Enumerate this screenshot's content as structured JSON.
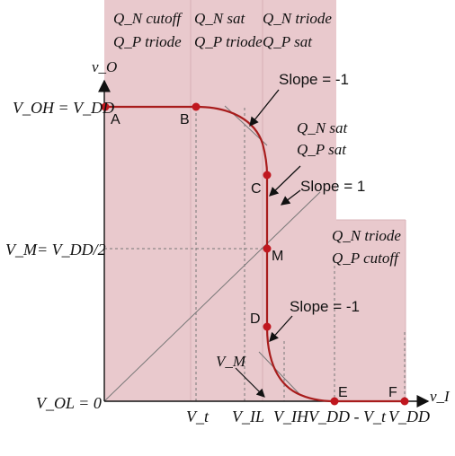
{
  "regions": {
    "left": {
      "line1": "Q_N cutoff",
      "line2": "Q_P triode"
    },
    "mid": {
      "line1": "Q_N sat",
      "line2": "Q_P triode"
    },
    "right": {
      "line1": "Q_N triode",
      "line2": "Q_P sat"
    },
    "lower": {
      "line1": "Q_N triode",
      "line2": "Q_P cutoff"
    },
    "center": {
      "line1": "Q_N sat",
      "line2": "Q_P sat"
    }
  },
  "axes": {
    "y_label": "v_O",
    "x_label": "v_I"
  },
  "y_marks": {
    "voh": "V_OH = V_DD",
    "vm": "V_M= V_DD/2",
    "vol": "V_OL = 0"
  },
  "x_marks": {
    "vt": "V_t",
    "vil": "V_IL",
    "vih": "V_IH",
    "vddvt": "V_DD - V_t",
    "vdd": "V_DD"
  },
  "points": {
    "A": "A",
    "B": "B",
    "C": "C",
    "M": "M",
    "D": "D",
    "E": "E",
    "F": "F"
  },
  "annotations": {
    "slope_top": "Slope = -1",
    "slope_mid": "Slope = 1",
    "slope_bot": "Slope = -1",
    "vm_label": "V_M"
  },
  "colors": {
    "region_fill": "#e9c9cd",
    "curve": "#a81c1c",
    "point": "#c0171f"
  }
}
